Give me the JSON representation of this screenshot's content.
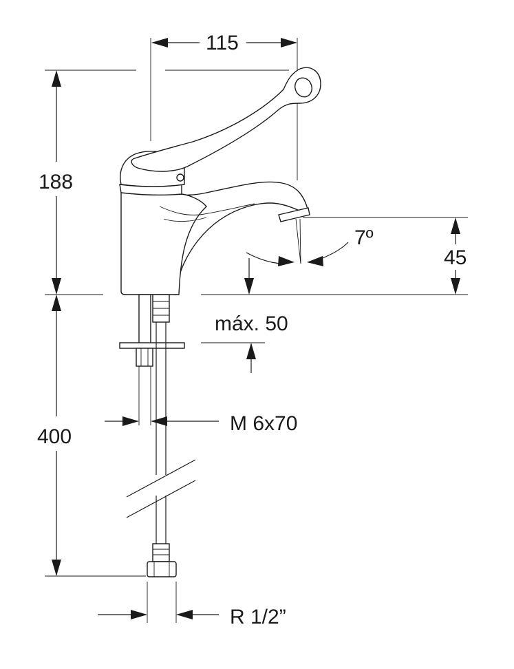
{
  "dimensions": {
    "width_top": "115",
    "height_upper": "188",
    "spout_height": "45",
    "spout_angle": "7º",
    "max_thickness": "máx. 50",
    "stud": "M 6x70",
    "hose_length": "400",
    "connection": "R 1/2”"
  }
}
